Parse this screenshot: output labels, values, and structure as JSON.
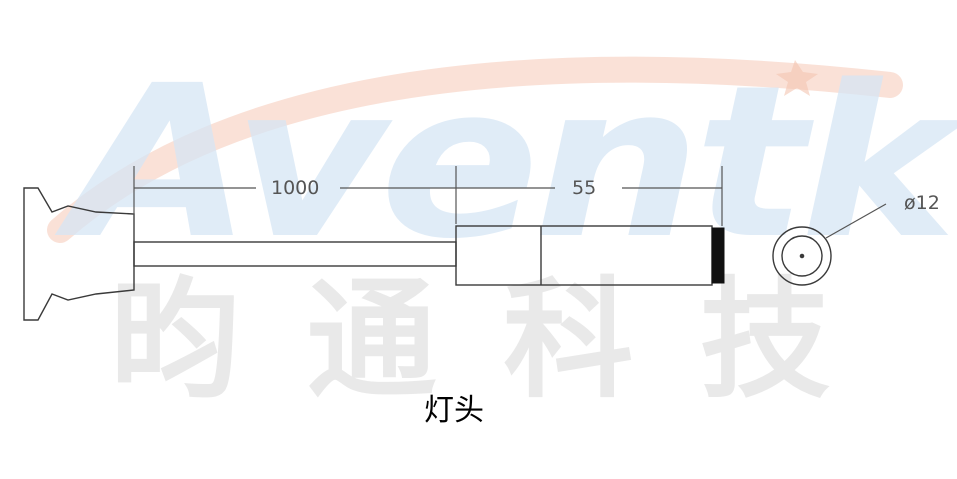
{
  "watermark": {
    "brand": "Aventk",
    "company_cn": "昀通科技",
    "colors": {
      "arc": "#f6c9b7",
      "latin": "#d6e6f5",
      "cjk": "#e8e8e8"
    }
  },
  "dimensions": {
    "rod_length": "1000",
    "head_length": "55",
    "diameter": "ø12"
  },
  "caption": "灯头",
  "colors": {
    "line": "#3a3a3a",
    "dim_line": "#555555",
    "cap": "#111111"
  }
}
